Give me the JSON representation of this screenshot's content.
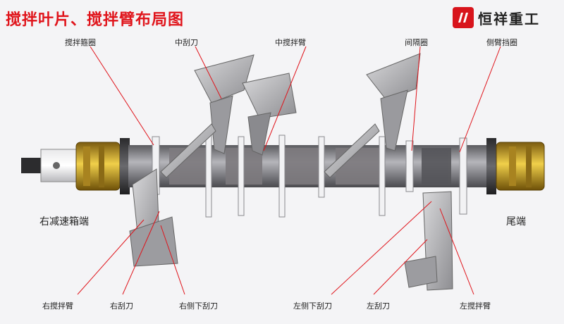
{
  "title": "搅拌叶片、搅拌臂布局图",
  "brand": {
    "name": "恒祥重工",
    "logo_icon": "hx-logo-icon"
  },
  "labels": {
    "ring": "搅拌箍圈",
    "mid_scraper": "中刮刀",
    "mid_arm": "中搅拌臂",
    "spacer": "间隔圈",
    "side_ring": "侧臂挡圈",
    "right_reducer": "右减速箱端",
    "tail": "尾端",
    "right_arm": "右搅拌臂",
    "right_scraper": "右刮刀",
    "right_side_lower": "右侧下刮刀",
    "left_side_lower": "左侧下刮刀",
    "left_scraper": "左刮刀",
    "left_arm": "左搅拌臂"
  },
  "colors": {
    "title": "#e0141b",
    "leader": "#e0141b",
    "gold": "#c9a227",
    "shaft": "#8e8e92"
  }
}
